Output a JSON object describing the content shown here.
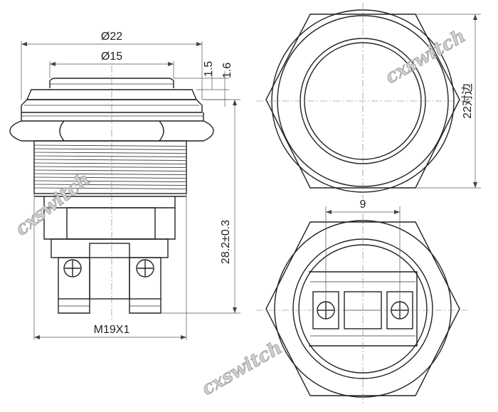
{
  "dimensions": {
    "outer_diameter": "Ø22",
    "cap_diameter": "Ø15",
    "cap_step": "1.5",
    "cap_height": "1.6",
    "total_length": "28.2±0.3",
    "thread": "M19X1",
    "across_flats": "22对边",
    "terminal_spacing": "9"
  },
  "watermark": "cxswitch",
  "colors": {
    "line": "#222222",
    "dimension": "#555555",
    "watermark": "#cfcfcf"
  }
}
